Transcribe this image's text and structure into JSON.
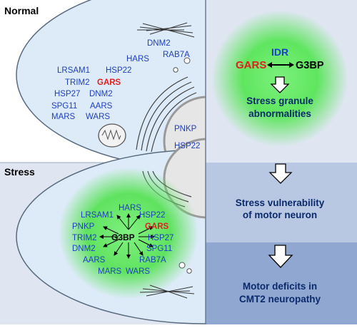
{
  "left_panel": {
    "normal_label": "Normal",
    "stress_label": "Stress",
    "normal_genes": {
      "dnm2_top": "DNM2",
      "hars": "HARS",
      "rab7a": "RAB7A",
      "lrsam1": "LRSAM1",
      "hsp22_a": "HSP22",
      "trim2": "TRIM2",
      "gars": "GARS",
      "hsp27": "HSP27",
      "dnm2": "DNM2",
      "spg11": "SPG11",
      "aars": "AARS",
      "mars": "MARS",
      "wars": "WARS",
      "pnkp": "PNKP",
      "hsp22_b": "HSP22"
    },
    "stress_genes": {
      "hars": "HARS",
      "lrsam1": "LRSAM1",
      "hsp22": "HSP22",
      "pnkp": "PNKP",
      "gars": "GARS",
      "trim2": "TRIM2",
      "g3bp": "G3BP",
      "hsp27": "HSP27",
      "dnm2": "DNM2",
      "spg11": "SPG11",
      "aars": "AARS",
      "rab7a": "RAB7A",
      "mars": "MARS",
      "wars": "WARS"
    }
  },
  "right_panel": {
    "idr": "IDR",
    "gars": "GARS",
    "g3bp": "G3BP",
    "stress_granule_line1": "Stress granule",
    "stress_granule_line2": "abnormalities",
    "vulnerability_line1": "Stress vulnerability",
    "vulnerability_line2": "of motor neuron",
    "deficits_line1": "Motor deficits in",
    "deficits_line2": "CMT2 neuropathy"
  },
  "colors": {
    "gene_blue": "#1f3fbf",
    "gars_red": "#e0201f",
    "green_glow": "#4ee04e",
    "cell_fill": "#dcebf7",
    "panel_light": "#dfe6f2",
    "panel_mid": "#b9c8e2",
    "panel_dark": "#8fa7d1"
  }
}
